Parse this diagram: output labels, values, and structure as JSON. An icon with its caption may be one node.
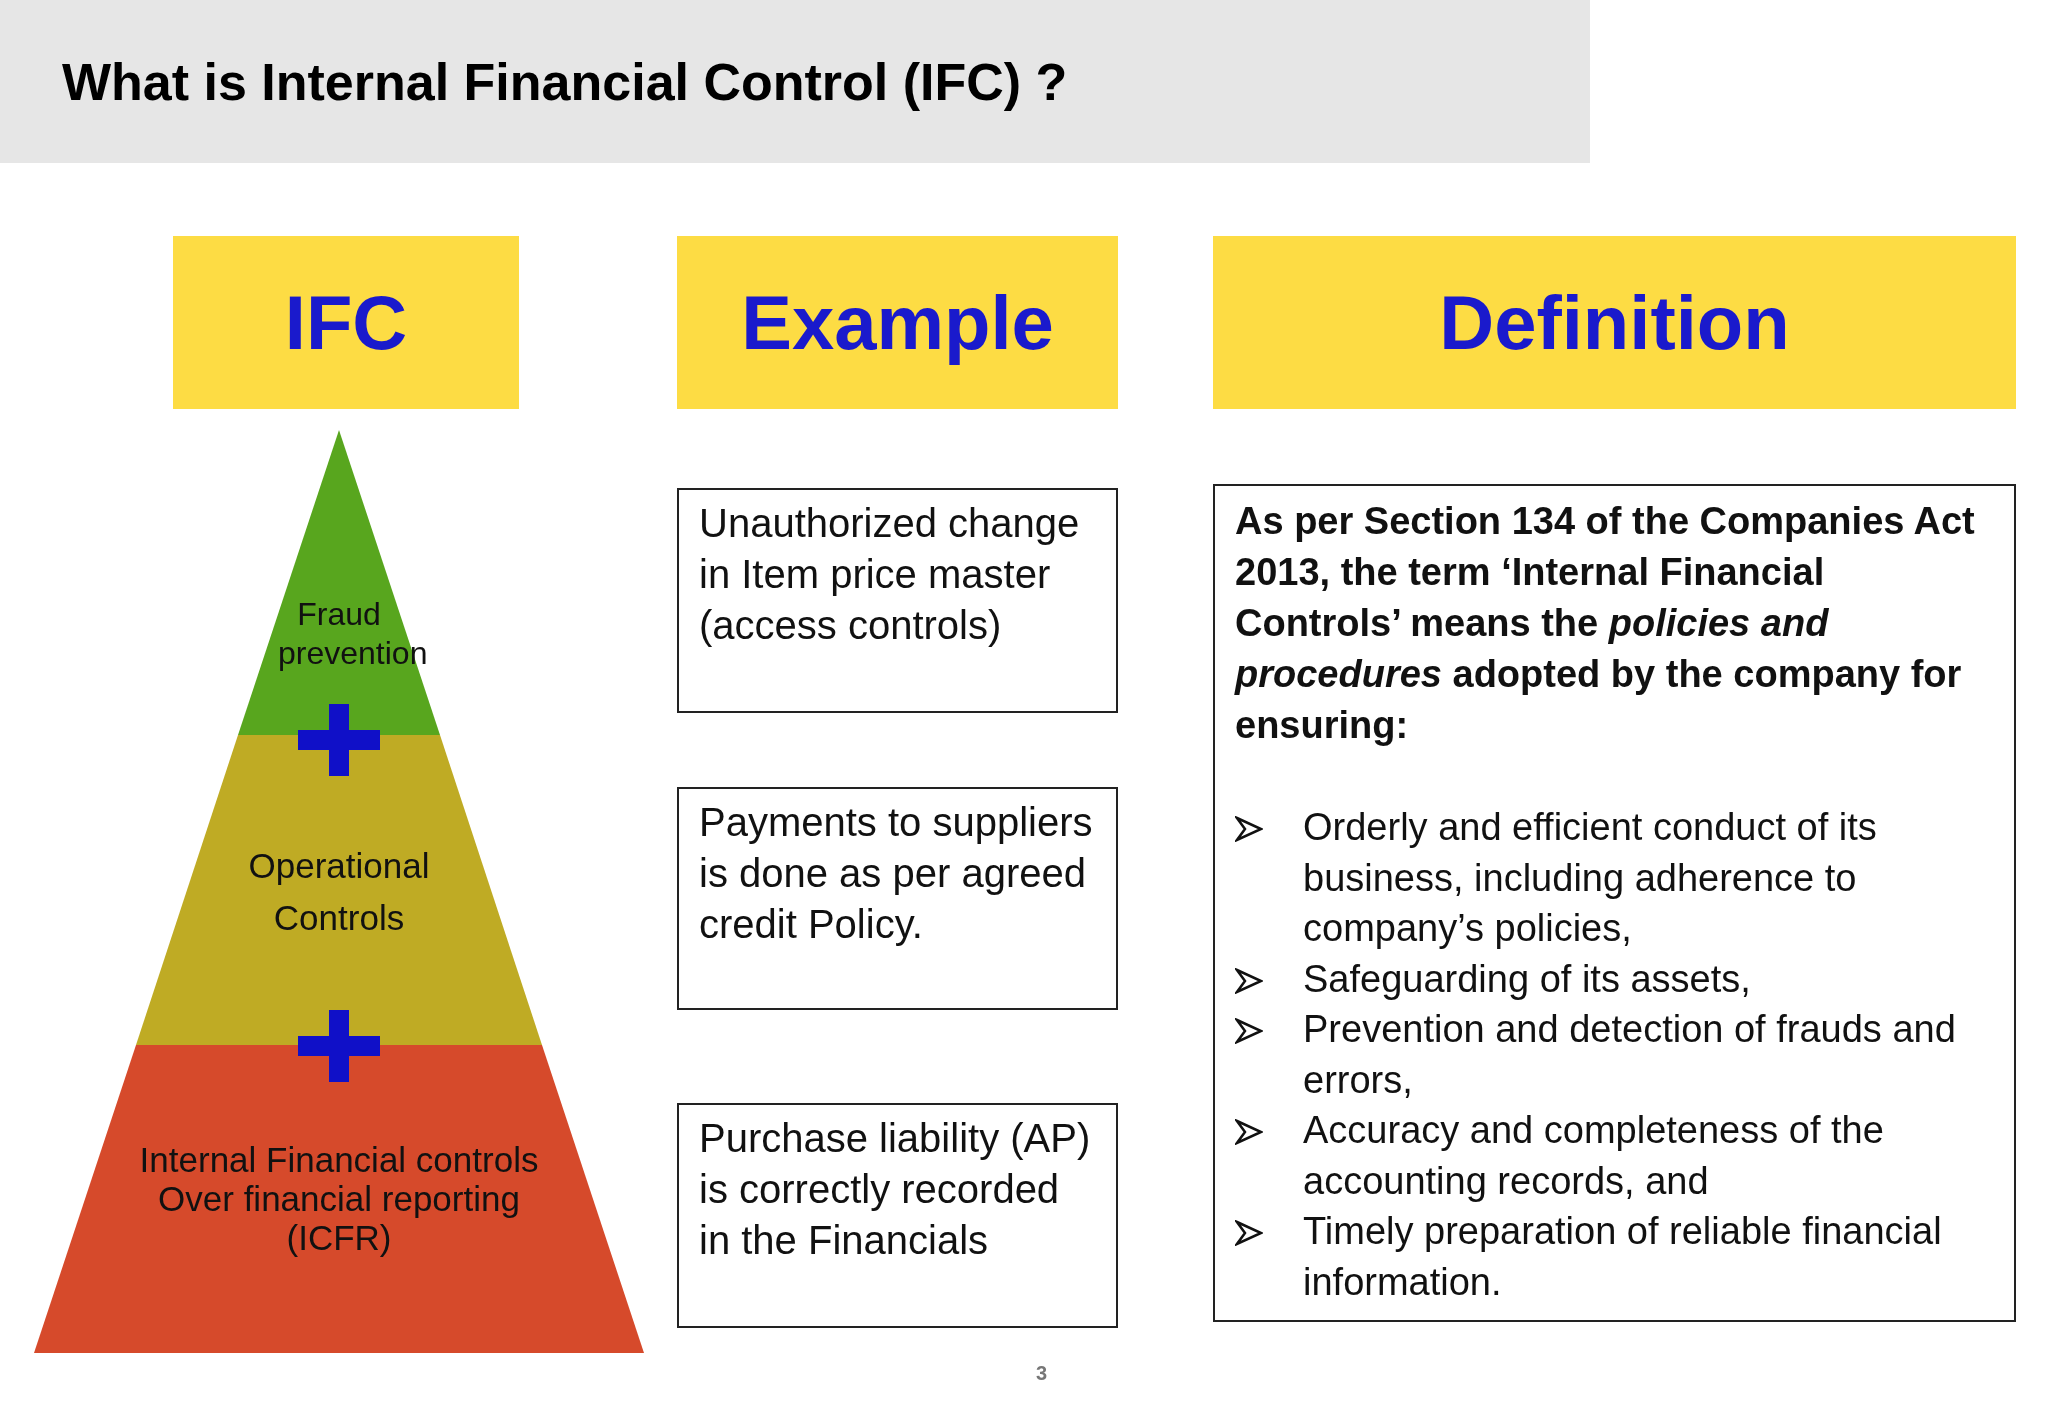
{
  "diagram": {
    "title": "What is Internal Financial Control (IFC) ?",
    "nodes": [
      {
        "text": [
          "IFC"
        ]
      },
      {
        "text": [
          "Example"
        ]
      },
      {
        "text": [
          "Definition"
        ]
      },
      {
        "text": [
          "Fraud prevention"
        ]
      },
      {
        "text": [
          "Operational Controls"
        ]
      },
      {
        "text": [
          "Internal Financial controls Over financial reporting (ICFR)"
        ]
      },
      {
        "text": [
          "Unauthorized change in Item price master (access controls)"
        ]
      },
      {
        "text": [
          "Payments to suppliers is done as per agreed credit Policy."
        ]
      },
      {
        "text": [
          "Purchase liability (AP) is correctly recorded in the Financials"
        ]
      },
      {
        "text": [
          "As per Section 134 of the Companies Act 2013, the term ‘Internal Financial Controls’ means the *policies and procedures* adopted by the company for ensuring:",
          "Orderly and efficient conduct of its business, including adherence to company’s policies,",
          "Safeguarding of its assets,",
          "Prevention and detection of frauds and errors,",
          "Accuracy and completeness of the accounting records, and",
          "Timely preparation of reliable financial information."
        ]
      }
    ],
    "edges": [],
    "labels": [
      "3"
    ]
  }
}
